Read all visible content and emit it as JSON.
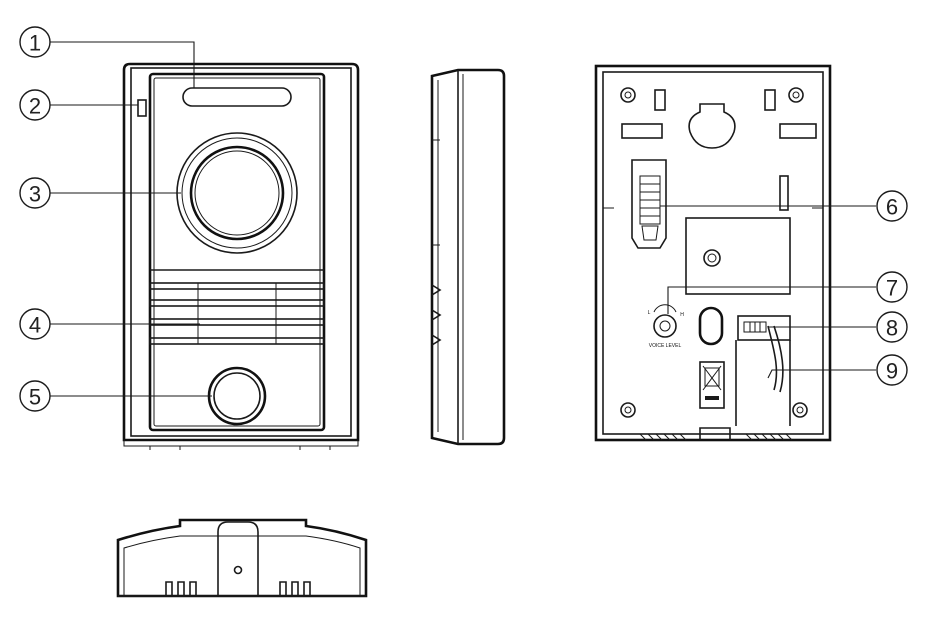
{
  "callouts": [
    {
      "id": "1",
      "label": "1"
    },
    {
      "id": "2",
      "label": "2"
    },
    {
      "id": "3",
      "label": "3"
    },
    {
      "id": "4",
      "label": "4"
    },
    {
      "id": "5",
      "label": "5"
    },
    {
      "id": "6",
      "label": "6"
    },
    {
      "id": "7",
      "label": "7"
    },
    {
      "id": "8",
      "label": "8"
    },
    {
      "id": "9",
      "label": "9"
    }
  ],
  "back_panel": {
    "dial_marks": {
      "left": "L",
      "right": "H"
    },
    "dial_caption": "VOICE LEVEL"
  }
}
